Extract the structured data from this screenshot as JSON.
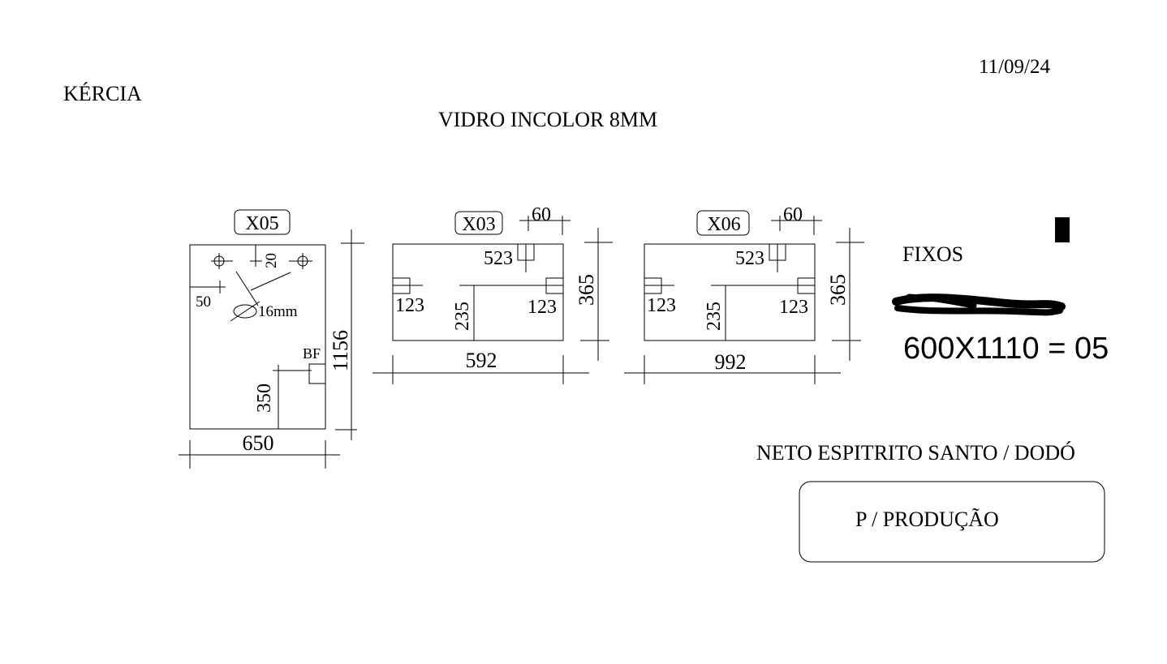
{
  "header": {
    "client": "KÉRCIA",
    "date": "11/09/24",
    "material": "VIDRO INCOLOR 8MM"
  },
  "pieces": [
    {
      "tag": "X05",
      "width": "650",
      "height": "1156",
      "hole_offset_side": "20",
      "hole_offset_top": "50",
      "hole_diameter": "16mm",
      "bf_label": "BF",
      "bf_height": "350"
    },
    {
      "tag": "X03",
      "width": "592",
      "height": "365",
      "top_notch": "60",
      "top_notch_pos": "523",
      "left_notch": "123",
      "right_notch": "123",
      "notch_height": "235"
    },
    {
      "tag": "X06",
      "width": "992",
      "height": "365",
      "top_notch": "60",
      "top_notch_pos": "523",
      "left_notch": "123",
      "right_notch": "123",
      "notch_height": "235"
    }
  ],
  "fixos": {
    "title": "FIXOS",
    "item": "600X1110 = 05"
  },
  "footer": {
    "client_ref": "NETO ESPITRITO SANTO / DODÓ",
    "stamp": "P / PRODUÇÃO"
  }
}
